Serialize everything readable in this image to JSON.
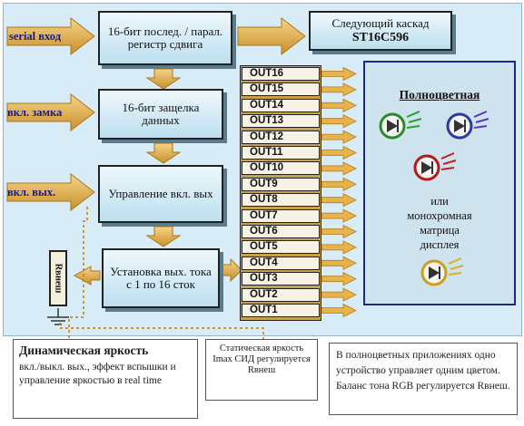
{
  "inputs": {
    "serial": "serial вход",
    "latch": "вкл. замка",
    "output_enable": "вкл. вых."
  },
  "blocks": {
    "shift_register": "16-бит послед. / парал. регистр сдвига",
    "latch": "16-бит защелка данных",
    "output_control": "Управление вкл. вых",
    "current_set": "Установка вых. тока с 1 по 16 сток",
    "next_stage_line1": "Следующий каскад",
    "next_stage_line2": "ST16C596",
    "rext": "Rвнеш"
  },
  "outputs": [
    "OUT16",
    "OUT15",
    "OUT14",
    "OUT13",
    "OUT12",
    "OUT11",
    "OUT10",
    "OUT9",
    "OUT8",
    "OUT7",
    "OUT6",
    "OUT5",
    "OUT4",
    "OUT3",
    "OUT2",
    "OUT1"
  ],
  "display": {
    "title": "Полноцветная",
    "or": "или",
    "mono_line1": "монохромная",
    "mono_line2": "матрица",
    "mono_line3": "дисплея"
  },
  "notes": {
    "dynamic_title": "Динамическая яркость",
    "dynamic_body": "вкл./выкл. вых., эффект вспышки и управление яркостью в real time",
    "static_body": "Статическая яркость Imax СИД регулируется Rвнеш",
    "fullcolor_body": "В полноцветных приложениях одно устройство управляет одним цветом. Баланс тона RGB регулируется Rвнеш."
  },
  "colors": {
    "arrow": "#e8b34a",
    "arrow_dark": "#b07c1c",
    "panel": "#d8ecf7",
    "border_blue": "#1a2a8a"
  }
}
